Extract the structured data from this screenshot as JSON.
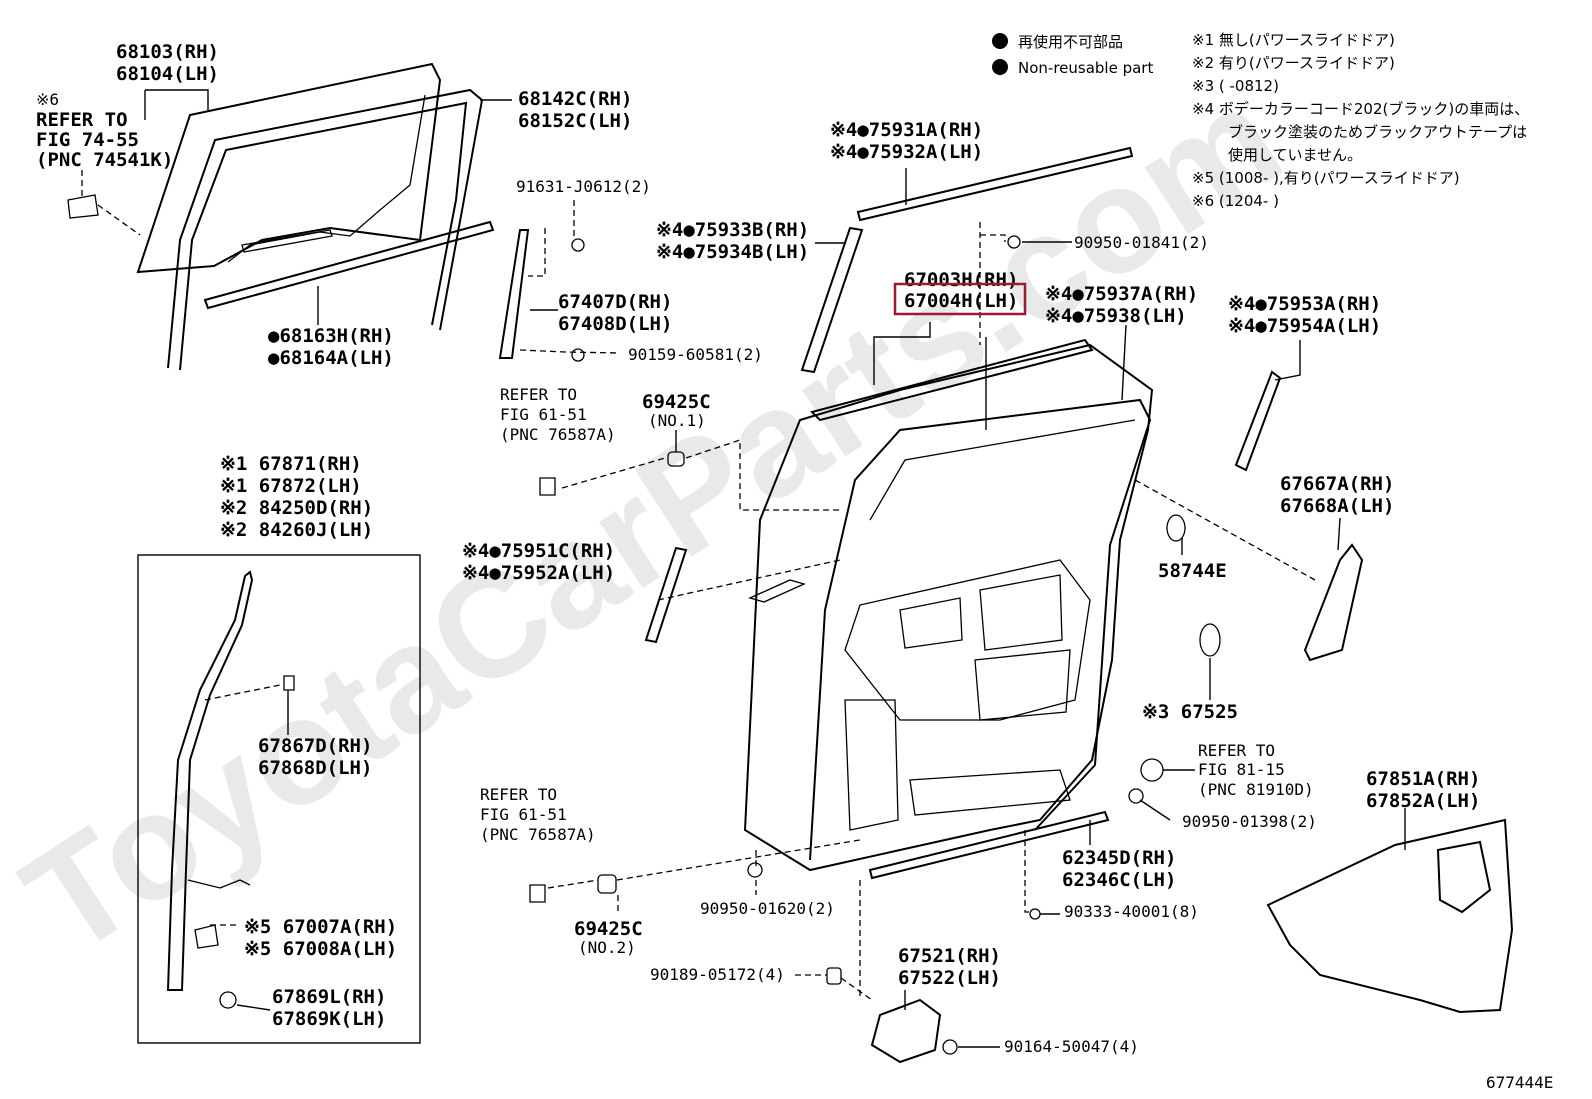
{
  "watermark": "ToyotaCarParts.com",
  "legend": {
    "marker_symbol": "●",
    "non_reusable_jp": "再使用不可部品",
    "non_reusable_en": "Non-reusable part"
  },
  "remarks": [
    "※1 無し(パワースライドドア)",
    "※2 有り(パワースライドドア)",
    "※3 (      -0812)",
    "※4 ボデーカラーコード202(ブラック)の車両は、",
    "ブラック塗装のためブラックアウトテープは",
    "使用していません。",
    "※5 (1008-       ),有り(パワースライドドア)",
    "※6 (1204-       )"
  ],
  "highlight_color": "#9b1b30",
  "highlighted_part": "67004H(LH)",
  "labels": {
    "l68103": "68103(RH)",
    "l68104": "68104(LH)",
    "ref74": [
      "※6",
      "REFER TO",
      "FIG 74-55",
      "(PNC 74541K)"
    ],
    "l68142": "68142C(RH)",
    "l68152": "68152C(LH)",
    "l68163": "●68163H(RH)",
    "l68164": "●68164A(LH)",
    "l91631": "91631-J0612(2)",
    "l67407": "67407D(RH)",
    "l67408": "67408D(LH)",
    "l90159": "90159-60581(2)",
    "l75931": "※4●75931A(RH)",
    "l75932": "※4●75932A(LH)",
    "l75933": "※4●75933B(RH)",
    "l75934": "※4●75934B(LH)",
    "l90950a": "90950-01841(2)",
    "l67003": "67003H(RH)",
    "l67004": "67004H(LH)",
    "l75937": "※4●75937A(RH)",
    "l75938": "※4●75938(LH)",
    "l75953": "※4●75953A(RH)",
    "l75954": "※4●75954A(LH)",
    "ref61a": [
      "REFER TO",
      "FIG 61-51",
      "(PNC 76587A)"
    ],
    "l69425a": [
      "69425C",
      "(NO.1)"
    ],
    "l67667": "67667A(RH)",
    "l67668": "67668A(LH)",
    "l58744": "58744E",
    "l67871": "※1 67871(RH)",
    "l67872": "※1 67872(LH)",
    "l84250": "※2 84250D(RH)",
    "l84260": "※2 84260J(LH)",
    "l75951": "※4●75951C(RH)",
    "l75952": "※4●75952A(LH)",
    "l67525": "※3 67525",
    "l67867": "67867D(RH)",
    "l67868": "67868D(LH)",
    "ref81": [
      "REFER TO",
      "FIG 81-15",
      "(PNC 81910D)"
    ],
    "ref61b": [
      "REFER TO",
      "FIG 61-51",
      "(PNC 76587A)"
    ],
    "l90950b": "90950-01398(2)",
    "l62345": "62345D(RH)",
    "l62346": "62346C(LH)",
    "l67851": "67851A(RH)",
    "l67852": "67852A(LH)",
    "l90950c": "90950-01620(2)",
    "l90333": "90333-40001(8)",
    "l69425b": [
      "69425C",
      "(NO.2)"
    ],
    "l67007": "※5 67007A(RH)",
    "l67008": "※5 67008A(LH)",
    "l67521": "67521(RH)",
    "l67522": "67522(LH)",
    "l90189": "90189-05172(4)",
    "l67869l": "67869L(RH)",
    "l67869k": "67869K(LH)",
    "l90164": "90164-50047(4)",
    "figure_id": "677444E"
  }
}
